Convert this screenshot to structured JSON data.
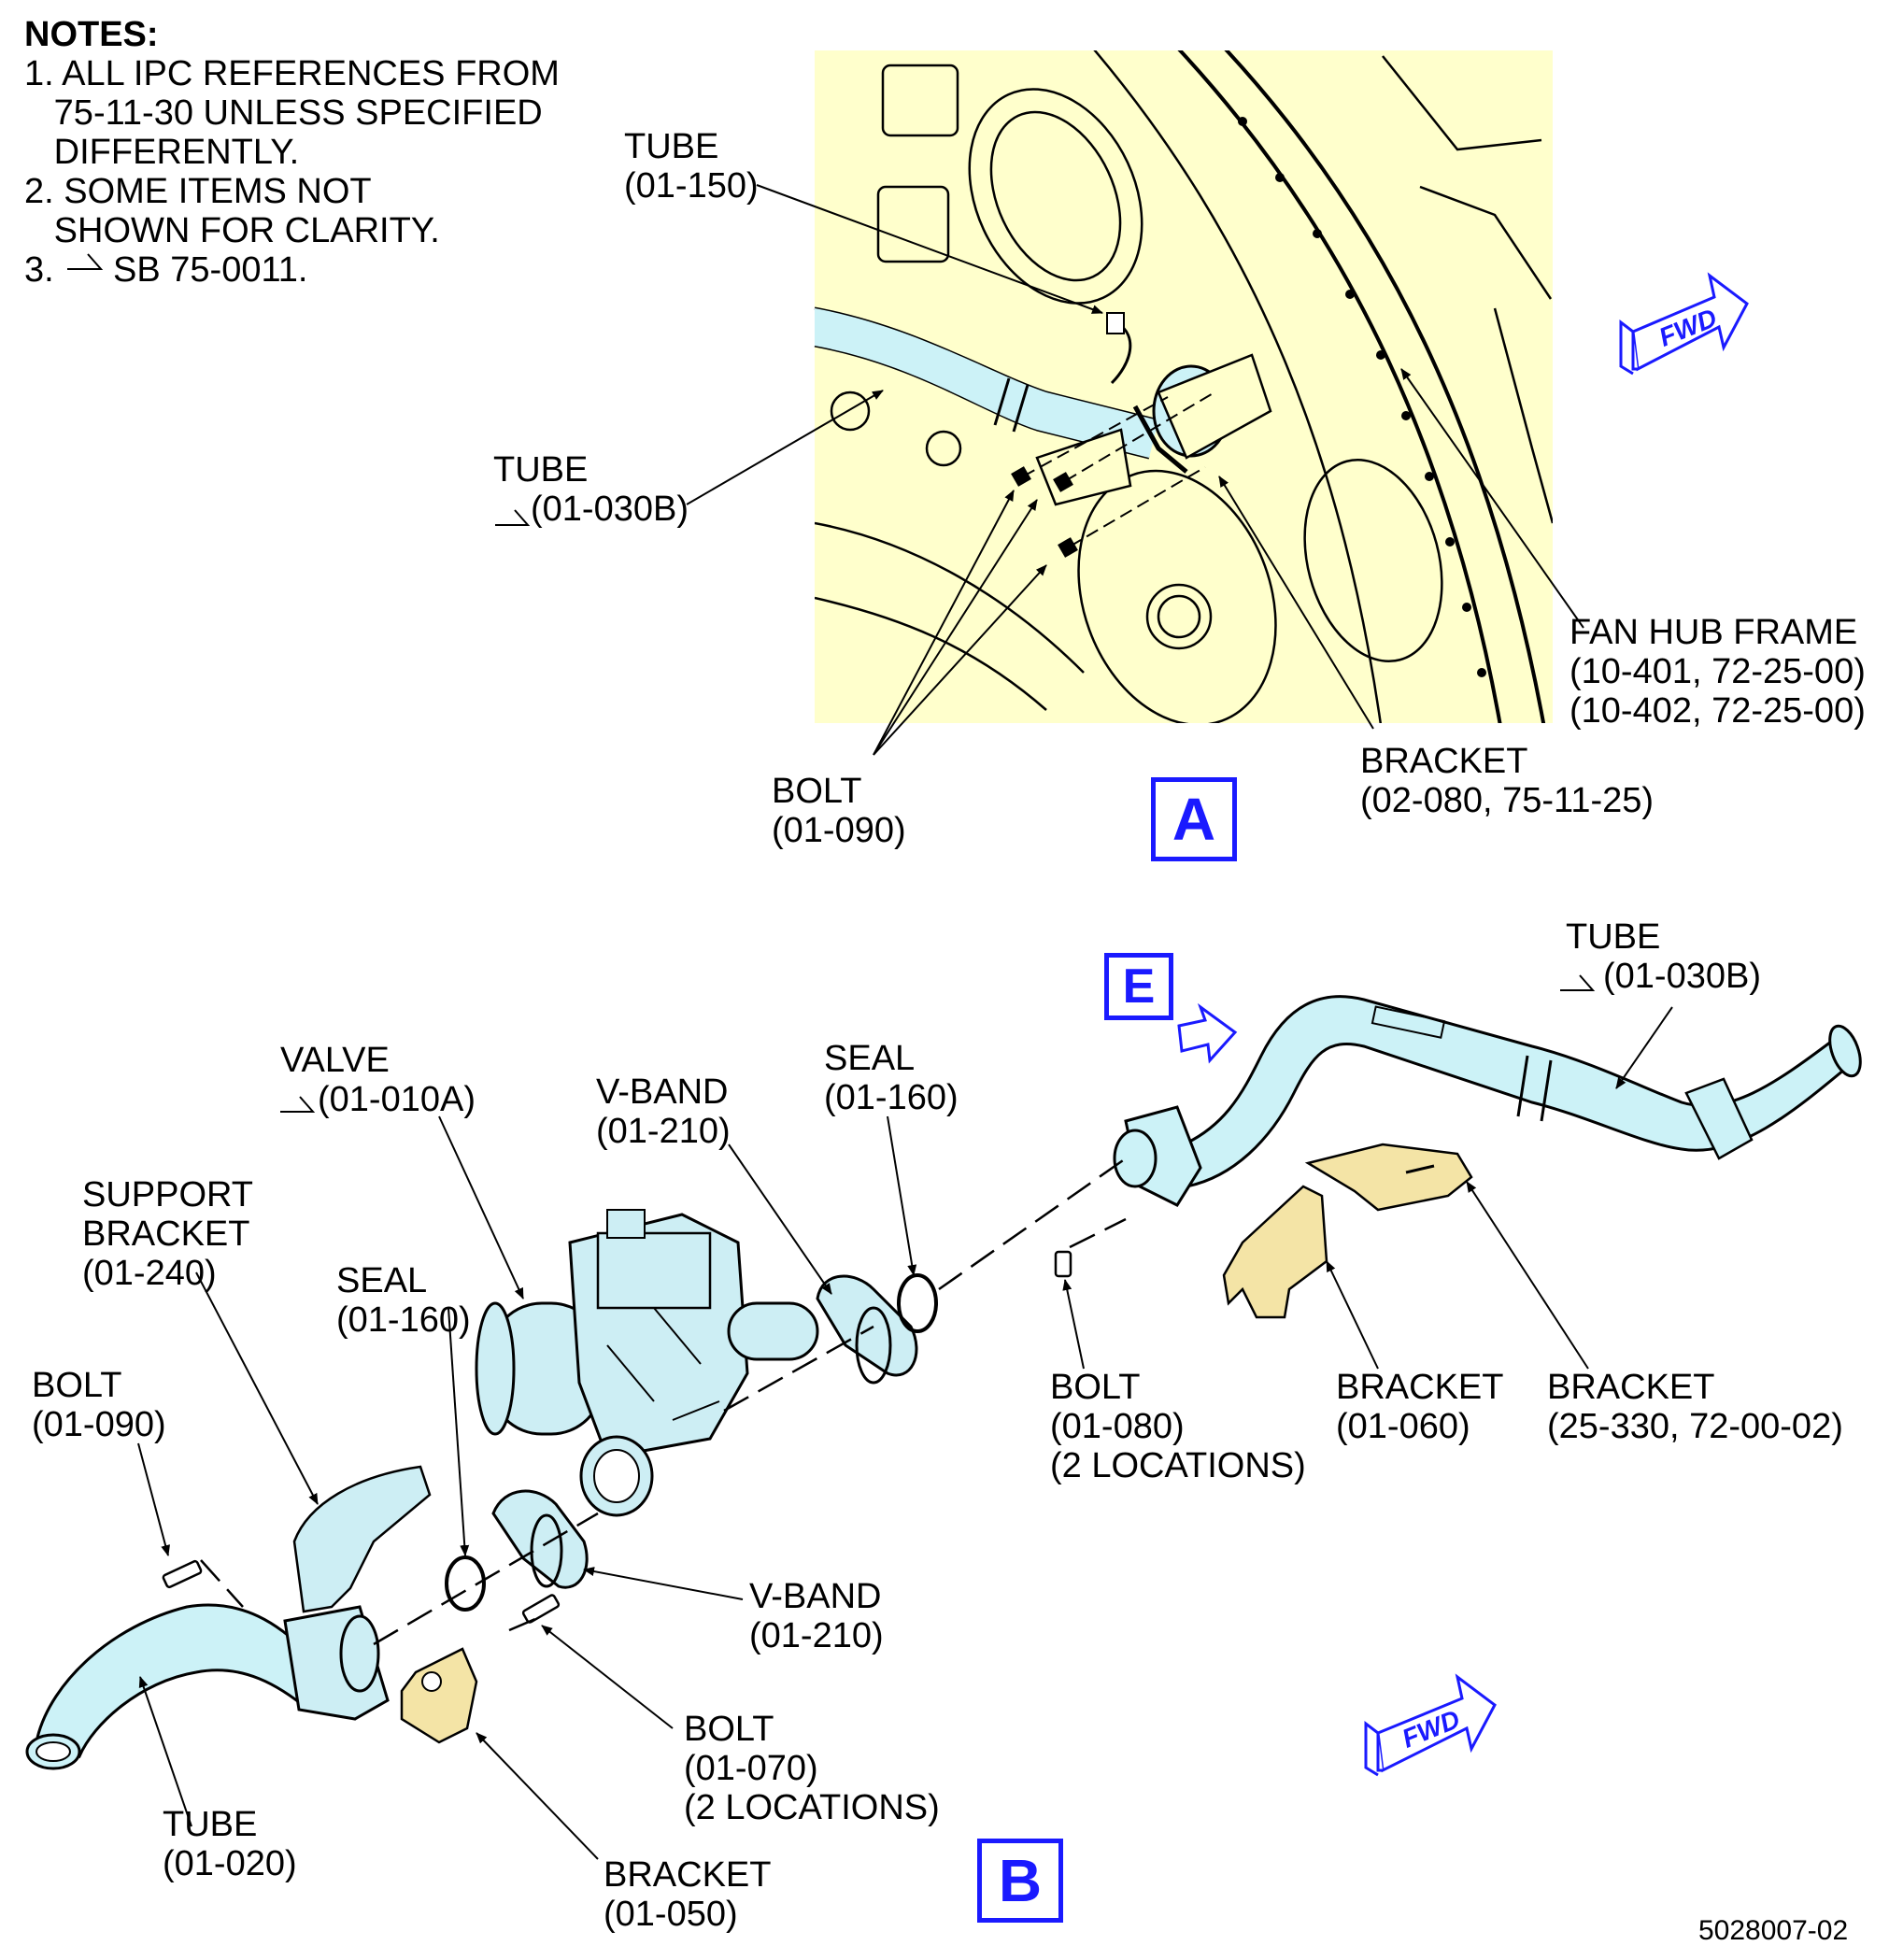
{
  "notes": {
    "title": "NOTES:",
    "lines": [
      "1. ALL IPC REFERENCES FROM",
      "   75-11-30 UNLESS SPECIFIED",
      "   DIFFERENTLY.",
      "2. SOME ITEMS NOT",
      "   SHOWN FOR CLARITY.",
      "3.      SB 75-0011."
    ]
  },
  "view_a": {
    "letter": "A",
    "labels": {
      "tube_150": [
        "TUBE",
        "(01-150)"
      ],
      "tube_030b": [
        "TUBE",
        "(01-030B)"
      ],
      "fan_hub": [
        "FAN HUB FRAME",
        "(10-401, 72-25-00)",
        "(10-402, 72-25-00)"
      ],
      "bracket_080": [
        "BRACKET",
        "(02-080, 75-11-25)"
      ],
      "bolt_090": [
        "BOLT",
        "(01-090)"
      ]
    },
    "fwd": "FWD"
  },
  "view_b": {
    "letter": "B",
    "detail_letter": "E",
    "labels": {
      "tube_030b": [
        "TUBE",
        "(01-030B)"
      ],
      "valve": [
        "VALVE",
        "(01-010A)"
      ],
      "vband_upper": [
        "V-BAND",
        "(01-210)"
      ],
      "seal_upper": [
        "SEAL",
        "(01-160)"
      ],
      "support_bracket": [
        "SUPPORT",
        "BRACKET",
        "(01-240)"
      ],
      "seal_lower": [
        "SEAL",
        "(01-160)"
      ],
      "bolt_090": [
        "BOLT",
        "(01-090)"
      ],
      "bolt_080": [
        "BOLT",
        "(01-080)",
        "(2 LOCATIONS)"
      ],
      "bracket_060": [
        "BRACKET",
        "(01-060)"
      ],
      "bracket_25330": [
        "BRACKET",
        "(25-330, 72-00-02)"
      ],
      "vband_lower": [
        "V-BAND",
        "(01-210)"
      ],
      "bolt_070": [
        "BOLT",
        "(01-070)",
        "(2 LOCATIONS)"
      ],
      "tube_020": [
        "TUBE",
        "(01-020)"
      ],
      "bracket_050": [
        "BRACKET",
        "(01-050)"
      ]
    },
    "fwd": "FWD"
  },
  "figure_number": "5028007-02",
  "colors": {
    "panel_fill": "#ffffcc",
    "tube_fill": "#ccf2f7",
    "valve_fill": "#cdeef4",
    "bracket_fill": "#f4e4a6",
    "accent_blue": "#1a1aff"
  }
}
